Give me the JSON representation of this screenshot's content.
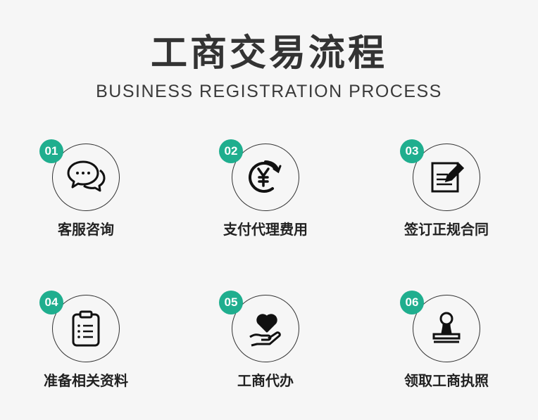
{
  "header": {
    "title": "工商交易流程",
    "subtitle": "BUSINESS REGISTRATION PROCESS"
  },
  "accent_color": "#1fae8e",
  "steps": [
    {
      "number": "01",
      "label": "客服咨询",
      "icon": "chat-bubbles-icon"
    },
    {
      "number": "02",
      "label": "支付代理费用",
      "icon": "yen-refresh-icon"
    },
    {
      "number": "03",
      "label": "签订正规合同",
      "icon": "contract-pen-icon"
    },
    {
      "number": "04",
      "label": "准备相关资料",
      "icon": "clipboard-list-icon"
    },
    {
      "number": "05",
      "label": "工商代办",
      "icon": "hand-heart-icon"
    },
    {
      "number": "06",
      "label": "领取工商执照",
      "icon": "stamp-icon"
    }
  ]
}
